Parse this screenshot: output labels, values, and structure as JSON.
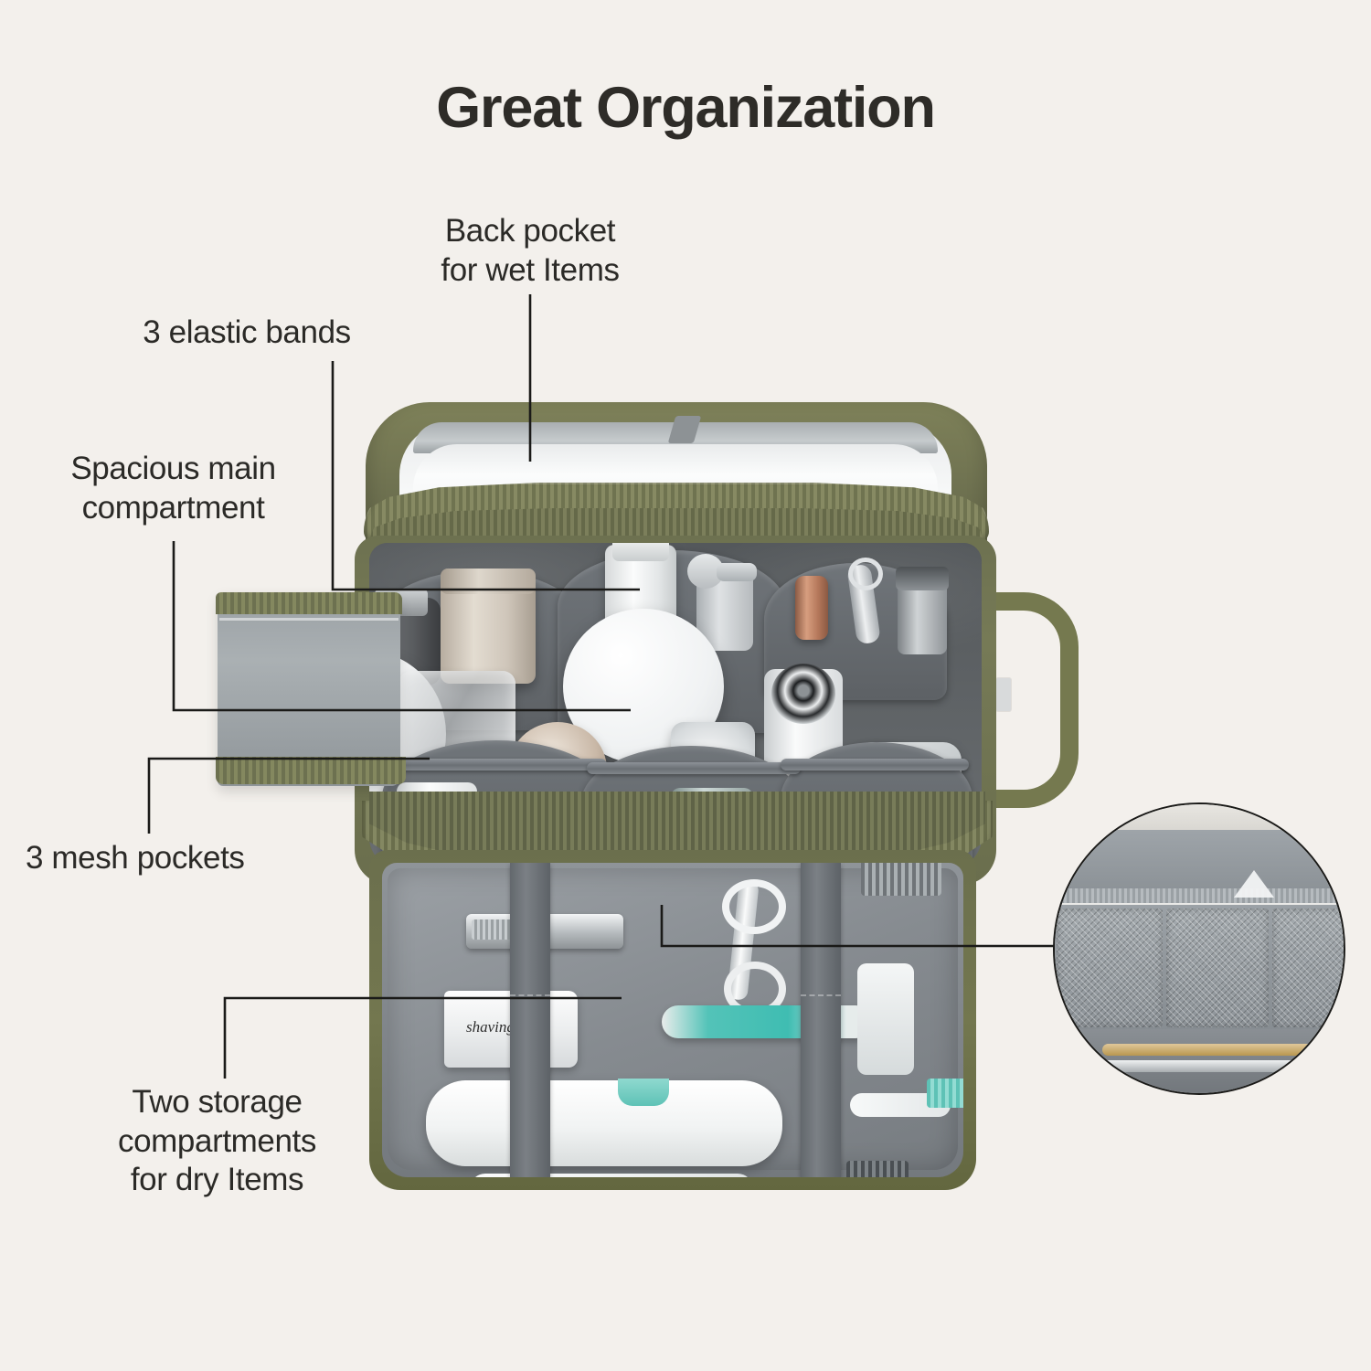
{
  "page": {
    "title": "Great Organization",
    "background_color": "#F3F0EC",
    "text_color": "#2B2A27"
  },
  "product": {
    "name": "Travel toiletry bag",
    "body_color": "#6F7350",
    "lining_color": "#5C6063",
    "accent_color": "#7E8159"
  },
  "callouts": [
    {
      "id": "back-pocket",
      "label": "Back pocket\nfor wet Items",
      "target": "top lid back pocket"
    },
    {
      "id": "elastic-bands",
      "label": "3 elastic bands",
      "target": "main compartment elastic dividers"
    },
    {
      "id": "spacious-main",
      "label": "Spacious main\ncompartment",
      "target": "main compartment"
    },
    {
      "id": "mesh-pockets",
      "label": "3 mesh pockets",
      "target": "mesh pocket row shown in detail inset"
    },
    {
      "id": "two-storage",
      "label": "Two storage\ncompartments\nfor dry Items",
      "target": "lower dry-goods compartment"
    }
  ],
  "inset": {
    "id": "mesh-pocket-detail",
    "shape": "circle",
    "description": "Close-up of three mesh pockets"
  },
  "packed_items": {
    "main_compartment": [
      "tall tan jar",
      "white pump bottle",
      "white round jar lid",
      "clear glass perfume bottle",
      "amber glass jar",
      "silver cap bottle",
      "chrome dome jar",
      "square gray cream jar",
      "rose gold lipstick",
      "silver tweezers",
      "metal cylinder container",
      "white cream tubs",
      "mint green lotion bottle",
      "gold tin"
    ],
    "lower_compartment": [
      "nail clippers",
      "shaving cream tube",
      "grooming scissors",
      "razor",
      "electric toothbrush",
      "toothbrush",
      "comb"
    ]
  },
  "tube_label": "shaving"
}
